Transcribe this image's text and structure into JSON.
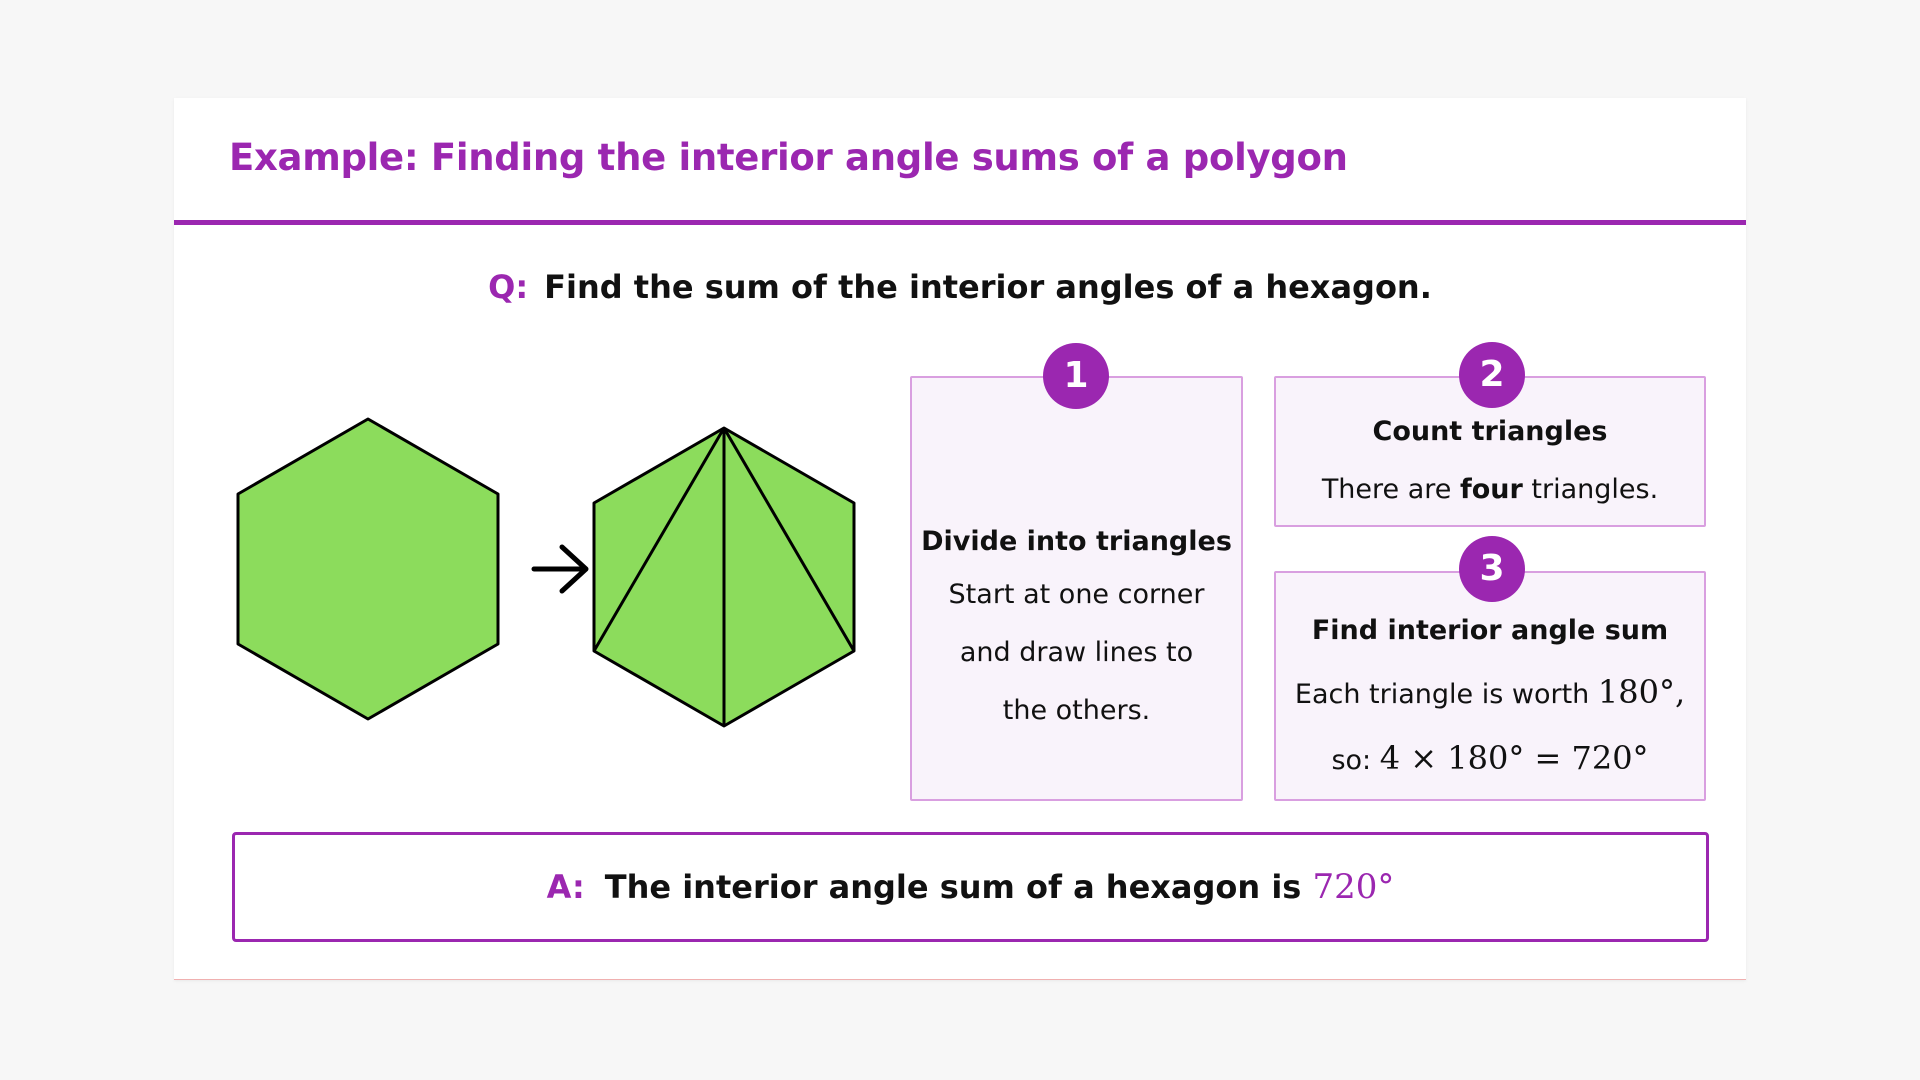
{
  "title": "Example: Finding the interior angle sums of a polygon",
  "question": {
    "label": "Q:",
    "text": "Find the sum of the interior angles of a hexagon."
  },
  "figure": {
    "fill_color": "#8cdc5c",
    "arrow": "→"
  },
  "steps": [
    {
      "number": "1",
      "heading": "Divide into triangles",
      "lines": [
        "Start at one corner",
        "and draw lines to",
        "the others."
      ]
    },
    {
      "number": "2",
      "heading": "Count triangles",
      "text_before": "There are ",
      "text_bold": "four",
      "text_after": " triangles."
    },
    {
      "number": "3",
      "heading": "Find interior angle sum",
      "line1_text": "Each triangle is worth ",
      "line1_math": "180°,",
      "line2_text": "so: ",
      "line2_math": "4 × 180° = 720°"
    }
  ],
  "answer": {
    "label": "A:",
    "text": "The interior angle sum of a hexagon is ",
    "value": "720°"
  },
  "colors": {
    "accent": "#9b27b0",
    "step_box_bg": "#f9f3fb",
    "step_box_border": "#d99fe0",
    "shape_fill": "#8cdc5c"
  }
}
